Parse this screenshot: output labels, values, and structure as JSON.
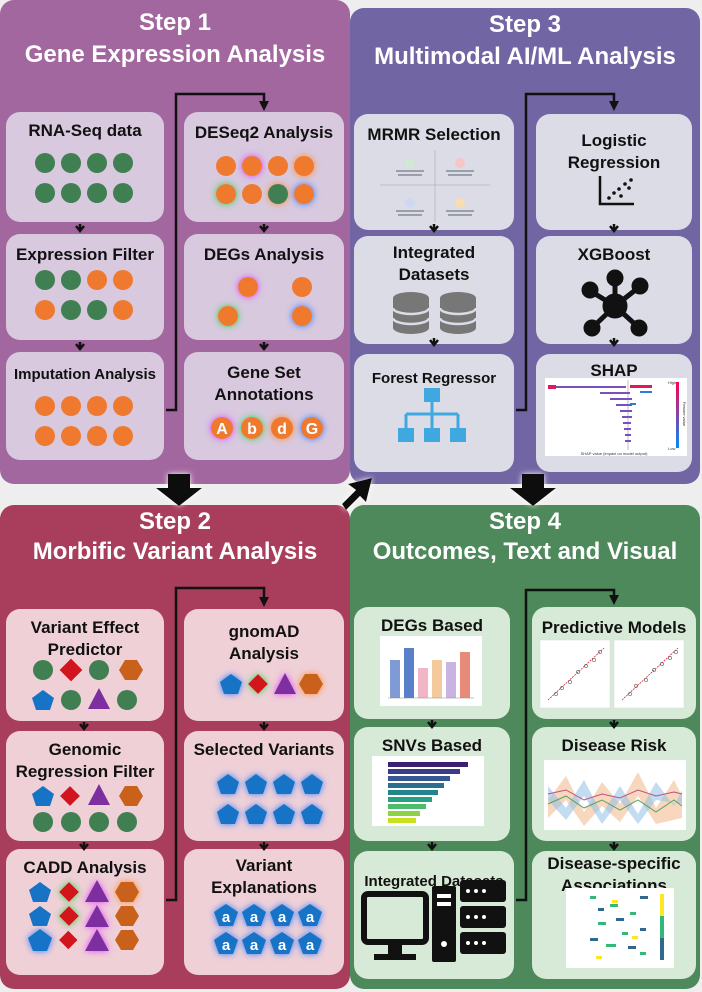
{
  "step1": {
    "title_line1": "Step 1",
    "title_line2": "Gene Expression Analysis",
    "boxes": {
      "rnaseq": "RNA-Seq data",
      "filter": "Expression Filter",
      "imputation": "Imputation Analysis",
      "deseq2": "DESeq2 Analysis",
      "degs": "DEGs Analysis",
      "geneset_line1": "Gene Set",
      "geneset_line2": "Annotations"
    },
    "annotation_letters": [
      "A",
      "b",
      "d",
      "G"
    ]
  },
  "step2": {
    "title_line1": "Step 2",
    "title_line2": "Morbific Variant Analysis",
    "boxes": {
      "vep_line1": "Variant Effect",
      "vep_line2": "Predictor",
      "grf_line1": "Genomic",
      "grf_line2": "Regression Filter",
      "cadd": "CADD Analysis",
      "gnomad_line1": "gnomAD",
      "gnomad_line2": "Analysis",
      "selected": "Selected Variants",
      "explain_line1": "Variant",
      "explain_line2": "Explanations"
    },
    "explanation_letter": "a"
  },
  "step3": {
    "title_line1": "Step 3",
    "title_line2": "Multimodal AI/ML Analysis",
    "boxes": {
      "mrmr": "MRMR Selection",
      "integrated_line1": "Integrated",
      "integrated_line2": "Datasets",
      "forest": "Forest Regressor",
      "logistic_line1": "Logistic",
      "logistic_line2": "Regression",
      "xgboost": "XGBoost",
      "shap": "SHAP"
    },
    "shap_axis_label": "SHAP value (impact on model output)",
    "shap_feature_label": "Feature value",
    "shap_high": "High",
    "shap_low": "Low"
  },
  "step4": {
    "title_line1": "Step 4",
    "title_line2": "Outcomes, Text and Visual",
    "boxes": {
      "degs_based": "DEGs Based",
      "snvs_based": "SNVs Based",
      "integrated": "Integrated Datasets",
      "predictive": "Predictive Models",
      "risk": "Disease Risk",
      "assoc_line1": "Disease-specific",
      "assoc_line2": "Associations"
    }
  },
  "colors": {
    "step1": "#a2679f",
    "step2": "#a83e5c",
    "step3": "#7265a3",
    "step4": "#4d895a",
    "green_dot": "#3f7f52",
    "orange_dot": "#ef7a2f",
    "red_diamond": "#d2141e",
    "purple_triangle": "#7d2f9f",
    "blue_pentagon": "#1673c6"
  }
}
